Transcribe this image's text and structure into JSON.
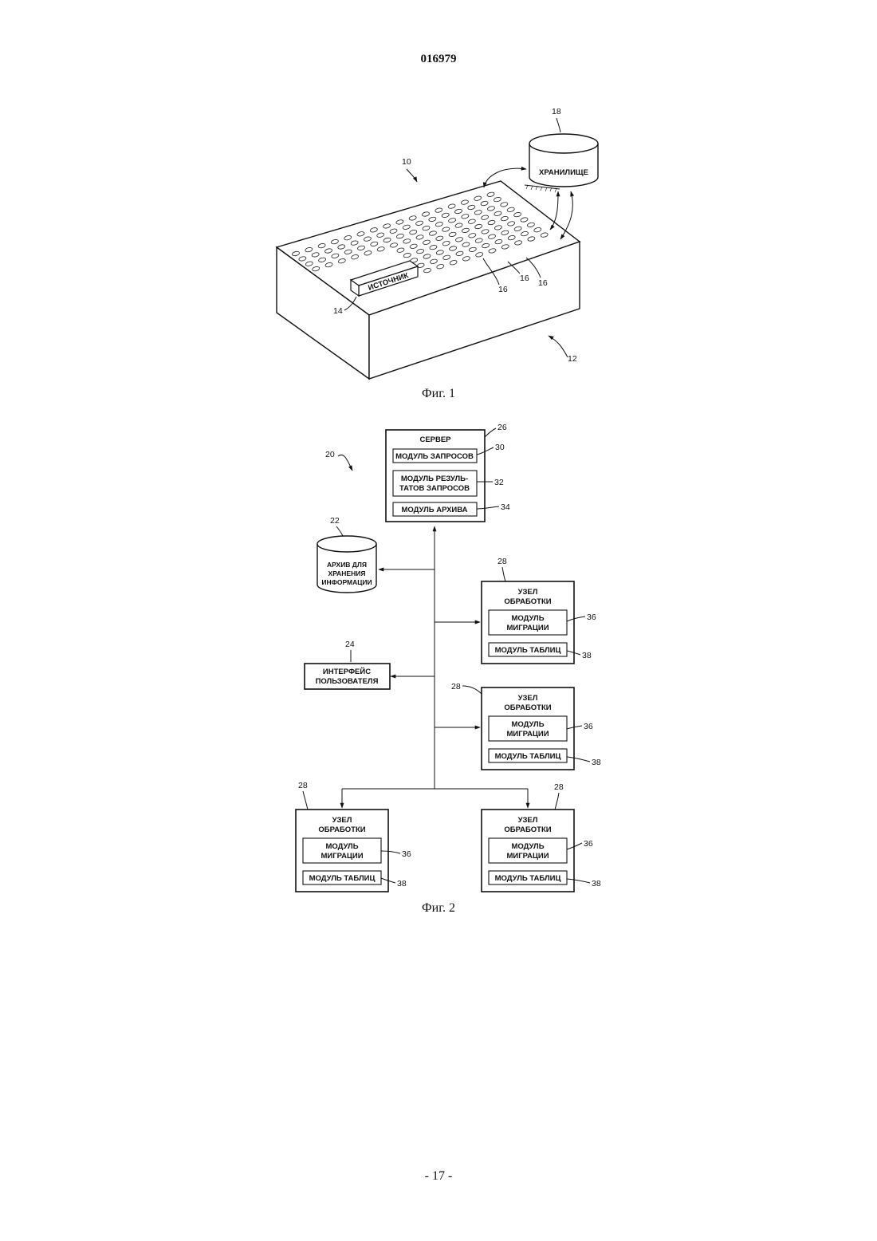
{
  "header": {
    "doc_number": "016979"
  },
  "footer": {
    "page": "- 17 -"
  },
  "fig1": {
    "caption": "Фиг. 1",
    "storage_label": "ХРАНИЛИЩЕ",
    "source_label": "ИСТОЧНИК",
    "refs": {
      "system": "10",
      "platform": "12",
      "source": "14",
      "node_a": "16",
      "node_b": "16",
      "node_c": "16",
      "storage": "18"
    }
  },
  "fig2": {
    "caption": "Фиг. 2",
    "system_ref": "20",
    "server": {
      "title": "СЕРВЕР",
      "ref": "26",
      "query_module": "МОДУЛЬ ЗАПРОСОВ",
      "query_ref": "30",
      "result_line1": "МОДУЛЬ РЕЗУЛЬ-",
      "result_line2": "ТАТОВ ЗАПРОСОВ",
      "result_ref": "32",
      "archive_module": "МОДУЛЬ АРХИВА",
      "archive_ref": "34"
    },
    "archive": {
      "line1": "АРХИВ ДЛЯ",
      "line2": "ХРАНЕНИЯ",
      "line3": "ИНФОРМАЦИИ",
      "ref": "22"
    },
    "ui": {
      "line1": "ИНТЕРФЕЙС",
      "line2": "ПОЛЬЗОВАТЕЛЯ",
      "ref": "24"
    },
    "node": {
      "title1": "УЗЕЛ",
      "title2": "ОБРАБОТКИ",
      "mig1": "МОДУЛЬ",
      "mig2": "МИГРАЦИИ",
      "tables": "МОДУЛЬ ТАБЛИЦ",
      "ref": "28",
      "mig_ref": "36",
      "tables_ref": "38"
    }
  }
}
